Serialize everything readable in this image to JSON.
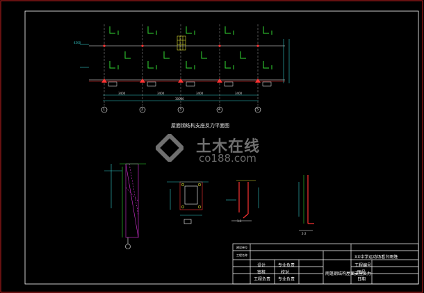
{
  "drawing": {
    "main_title": "屋面钢结构支座反力平面图",
    "watermark_cn": "土木在线",
    "watermark_en": "co188.com",
    "section_label_1": "1-1",
    "section_label_2": "2-2",
    "grid_axes": [
      "1",
      "2",
      "3",
      "4",
      "5"
    ],
    "dim_left": "4500",
    "dim_text": "3400",
    "dim_total": "30000"
  },
  "title_block": {
    "project": "XX中学运动场看台雨篷",
    "drawing_name": "雨篷钢结构屋面支座反力",
    "row_labels": [
      "设计",
      "审核",
      "工程负责"
    ],
    "col_labels": [
      "专业负责",
      "校对",
      "专业负责"
    ],
    "right_labels": [
      "工程编号",
      "图号",
      "日期"
    ],
    "header_small_1": "建设单位",
    "header_small_2": "工程名称"
  },
  "colors": {
    "background": "#000000",
    "frame": "#cc2222",
    "inner_frame": "#ffffff",
    "grid_line": "#ffffff",
    "column_green": "#33dd33",
    "column_red": "#ff3333",
    "dim_cyan": "#33cccc",
    "rebar_red": "#ee3333",
    "yellow": "#dddd33",
    "magenta": "#dd33dd"
  }
}
